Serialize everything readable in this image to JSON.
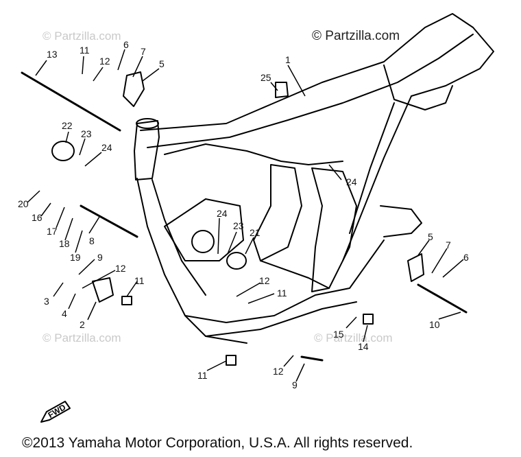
{
  "brand_mark": "© Partzilla.com",
  "watermark": "© Partzilla.com",
  "copyright": "©2013 Yamaha Motor Corporation, U.S.A. All rights reserved.",
  "fwd_label": "FWD",
  "callouts": [
    {
      "id": "c13a",
      "label": "13"
    },
    {
      "id": "c11a",
      "label": "11"
    },
    {
      "id": "c12a",
      "label": "12"
    },
    {
      "id": "c6a",
      "label": "6"
    },
    {
      "id": "c7a",
      "label": "7"
    },
    {
      "id": "c5a",
      "label": "5"
    },
    {
      "id": "c25",
      "label": "25"
    },
    {
      "id": "c1",
      "label": "1"
    },
    {
      "id": "c22",
      "label": "22"
    },
    {
      "id": "c23a",
      "label": "23"
    },
    {
      "id": "c24a",
      "label": "24"
    },
    {
      "id": "c24b",
      "label": "24"
    },
    {
      "id": "c20",
      "label": "20"
    },
    {
      "id": "c16",
      "label": "16"
    },
    {
      "id": "c17",
      "label": "17"
    },
    {
      "id": "c18",
      "label": "18"
    },
    {
      "id": "c19",
      "label": "19"
    },
    {
      "id": "c8",
      "label": "8"
    },
    {
      "id": "c24c",
      "label": "24"
    },
    {
      "id": "c23b",
      "label": "23"
    },
    {
      "id": "c21",
      "label": "21"
    },
    {
      "id": "c9a",
      "label": "9"
    },
    {
      "id": "c12b",
      "label": "12"
    },
    {
      "id": "c11b",
      "label": "11"
    },
    {
      "id": "c3",
      "label": "3"
    },
    {
      "id": "c4",
      "label": "4"
    },
    {
      "id": "c2",
      "label": "2"
    },
    {
      "id": "c12c",
      "label": "12"
    },
    {
      "id": "c11c",
      "label": "11"
    },
    {
      "id": "c5b",
      "label": "5"
    },
    {
      "id": "c7b",
      "label": "7"
    },
    {
      "id": "c6b",
      "label": "6"
    },
    {
      "id": "c10",
      "label": "10"
    },
    {
      "id": "c15",
      "label": "15"
    },
    {
      "id": "c14",
      "label": "14"
    },
    {
      "id": "c11d",
      "label": "11"
    },
    {
      "id": "c12d",
      "label": "12"
    },
    {
      "id": "c9b",
      "label": "9"
    }
  ]
}
